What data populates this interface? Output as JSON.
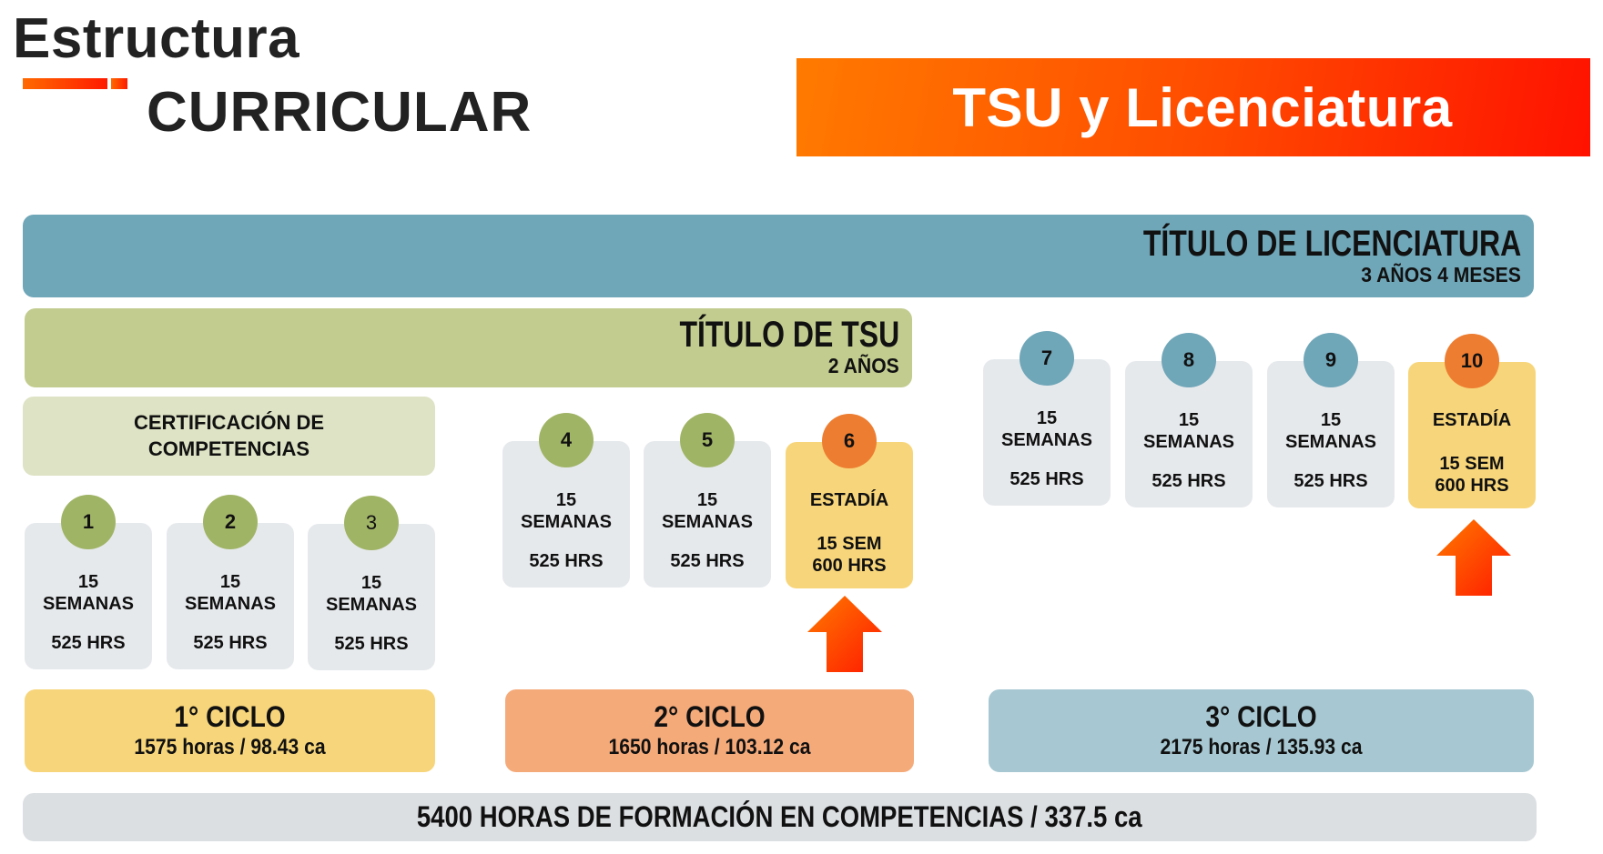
{
  "header": {
    "title_line1": "Estructura",
    "title_line2": "CURRICULAR",
    "banner": "TSU y Licenciatura"
  },
  "colors": {
    "accent_orange": "#ff6a00",
    "accent_red": "#ff1a00",
    "licenciatura_bar": "#6fa6b8",
    "tsu_bar": "#c2cc8f",
    "certification": "#dde3c4",
    "card": "#e6e9ec",
    "estadia_card": "#f7d57a",
    "circle_green": "#a0b466",
    "circle_blue": "#6fa6b8",
    "circle_orange": "#ed7d31",
    "cycle1": "#f7d57a",
    "cycle2": "#f5aa7a",
    "cycle3": "#a7c8d2",
    "total": "#dcdfe2"
  },
  "licenciatura": {
    "title": "TÍTULO DE LICENCIATURA",
    "duration": "3 AÑOS 4 MESES"
  },
  "tsu": {
    "title": "TÍTULO DE TSU",
    "duration": "2 AÑOS"
  },
  "certification": {
    "line1": "CERTIFICACIÓN DE",
    "line2": "COMPETENCIAS"
  },
  "quarters": [
    {
      "number": "1",
      "line1": "15",
      "line2": "SEMANAS",
      "hours": "525 HRS"
    },
    {
      "number": "2",
      "line1": "15",
      "line2": "SEMANAS",
      "hours": "525 HRS"
    },
    {
      "number": "3",
      "line1": "15",
      "line2": "SEMANAS",
      "hours": "525 HRS"
    },
    {
      "number": "4",
      "line1": "15",
      "line2": "SEMANAS",
      "hours": "525 HRS"
    },
    {
      "number": "5",
      "line1": "15",
      "line2": "SEMANAS",
      "hours": "525 HRS"
    },
    {
      "number": "6",
      "line1": "ESTADÍA",
      "line2": "15 SEM",
      "hours": "600 HRS"
    },
    {
      "number": "7",
      "line1": "15",
      "line2": "SEMANAS",
      "hours": "525 HRS"
    },
    {
      "number": "8",
      "line1": "15",
      "line2": "SEMANAS",
      "hours": "525 HRS"
    },
    {
      "number": "9",
      "line1": "15",
      "line2": "SEMANAS",
      "hours": "525 HRS"
    },
    {
      "number": "10",
      "line1": "ESTADÍA",
      "line2": "15 SEM",
      "hours": "600 HRS"
    }
  ],
  "cycles": [
    {
      "name": "1° CICLO",
      "hours": "1575 horas / 98.43 ca"
    },
    {
      "name": "2° CICLO",
      "hours": "1650 horas / 103.12 ca"
    },
    {
      "name": "3° CICLO",
      "hours": "2175 horas / 135.93 ca"
    }
  ],
  "total": "5400 HORAS DE FORMACIÓN EN COMPETENCIAS / 337.5 ca",
  "icons": {
    "arrow": "arrow-up-icon"
  }
}
